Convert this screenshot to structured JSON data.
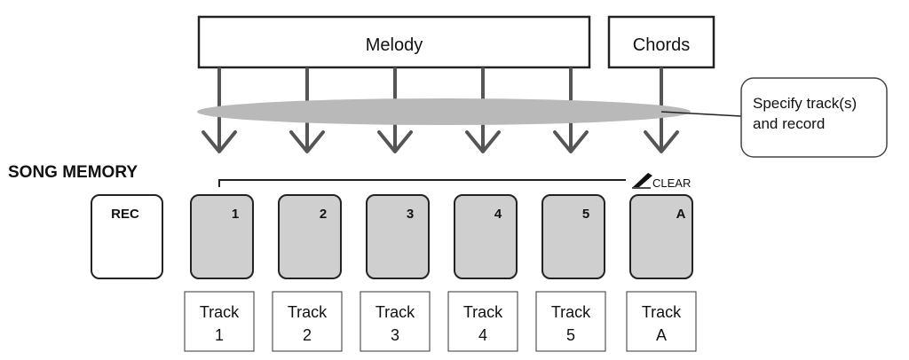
{
  "header": {
    "melody_label": "Melody",
    "chords_label": "Chords"
  },
  "callout": {
    "line1": "Specify track(s)",
    "line2": "and record"
  },
  "song_memory_label": "SONG MEMORY",
  "clear_label": "CLEAR",
  "rec_button": "REC",
  "buttons": [
    "1",
    "2",
    "3",
    "4",
    "5",
    "A"
  ],
  "tracks": [
    {
      "title": "Track",
      "number": "1"
    },
    {
      "title": "Track",
      "number": "2"
    },
    {
      "title": "Track",
      "number": "3"
    },
    {
      "title": "Track",
      "number": "4"
    },
    {
      "title": "Track",
      "number": "5"
    },
    {
      "title": "Track",
      "number": "A"
    }
  ],
  "colors": {
    "button_fill": "#cfcfcf",
    "ellipse_fill": "#b9b9b9",
    "stroke": "#222222"
  }
}
